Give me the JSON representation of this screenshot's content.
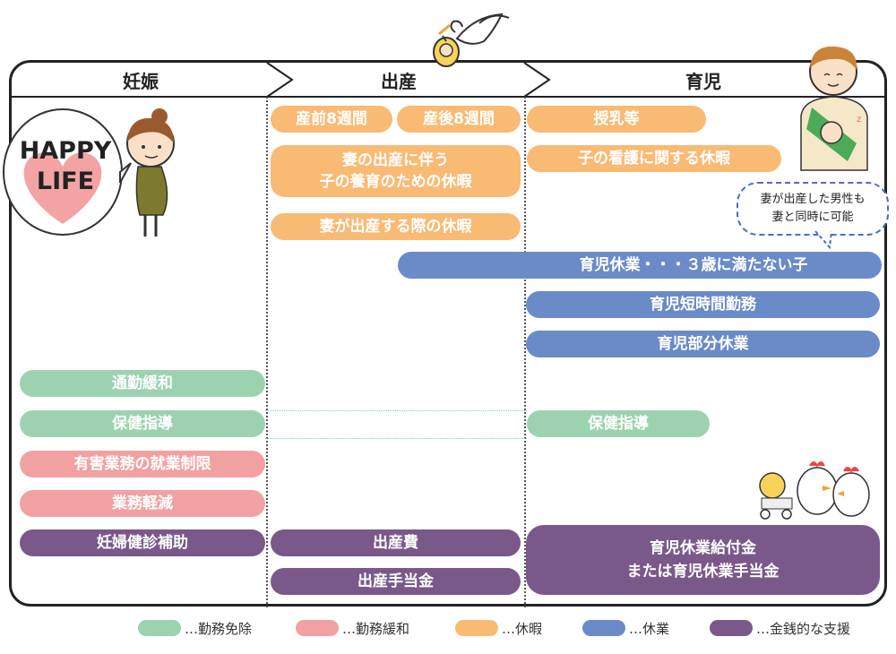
{
  "headers": {
    "pregnancy": "妊娠",
    "childbirth": "出産",
    "childcare": "育児"
  },
  "happy_life": {
    "line1": "HAPPY",
    "line2": "LIFE"
  },
  "bubble": {
    "line1": "妻が出産した男性も",
    "line2": "妻と同時に可能"
  },
  "bars": {
    "prenatal": "産前8週間",
    "postnatal": "産後8週間",
    "nursing": "授乳等",
    "childcare_leave_with_birth_l1": "妻の出産に伴う",
    "childcare_leave_with_birth_l2": "子の養育のための休暇",
    "sick_child_leave": "子の看護に関する休暇",
    "wife_birth_leave": "妻が出産する際の休暇",
    "childcare_leave": "育児休業・・・３歳に満たない子",
    "short_hours": "育児短時間勤務",
    "partial_leave": "育児部分休業",
    "commute_relief": "通勤緩和",
    "health_guidance": "保健指導",
    "health_guidance_2": "保健指導",
    "harmful_work_limit": "有害業務の就業制限",
    "lighter_duty": "業務軽減",
    "prenatal_checkup_aid": "妊婦健診補助",
    "birth_cost": "出産費",
    "birth_allowance": "出産手当金",
    "childcare_benefit_l1": "育児休業給付金",
    "childcare_benefit_l2": "または育児休業手当金"
  },
  "legend": [
    {
      "label": "…勤務免除",
      "color": "#9dd2b0"
    },
    {
      "label": "…勤務緩和",
      "color": "#f2a1a2"
    },
    {
      "label": "…休暇",
      "color": "#f9ba74"
    },
    {
      "label": "…休業",
      "color": "#6b8ac8"
    },
    {
      "label": "…金銭的な支援",
      "color": "#7a598a"
    }
  ]
}
